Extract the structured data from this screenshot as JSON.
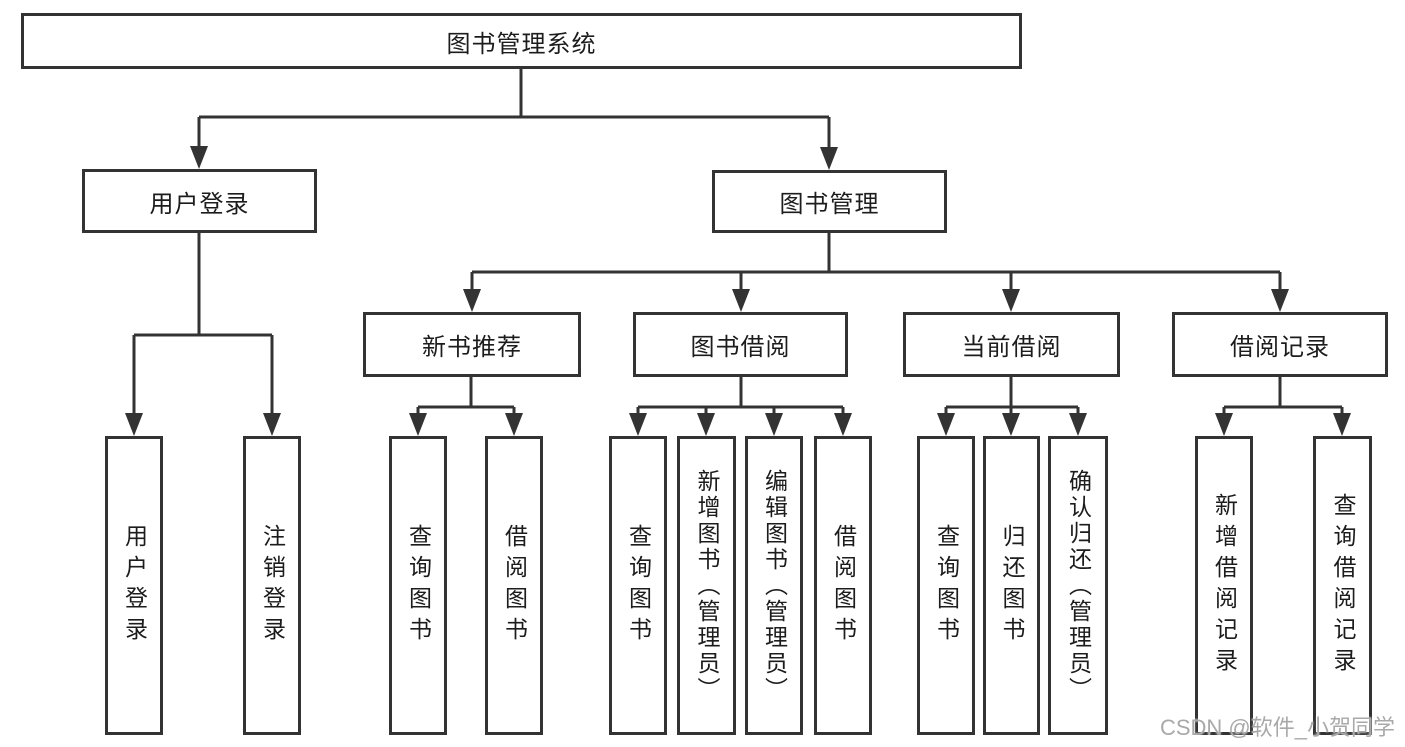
{
  "nodes": {
    "root": "图书管理系统",
    "user_login": "用户登录",
    "book_management": "图书管理",
    "new_book_recommend": "新书推荐",
    "book_borrow": "图书借阅",
    "current_borrow": "当前借阅",
    "borrow_records": "借阅记录",
    "leaf_user_login": "用户登录",
    "leaf_logout": "注销登录",
    "leaf_query_book_recommend": "查询图书",
    "leaf_borrow_book_recommend": "借阅图书",
    "leaf_query_book_borrow": "查询图书",
    "leaf_add_book_admin": "新增图书（管理员）",
    "leaf_edit_book_admin": "编辑图书（管理员）",
    "leaf_borrow_book_borrow": "借阅图书",
    "leaf_query_book_current": "查询图书",
    "leaf_return_book": "归还图书",
    "leaf_confirm_return_admin": "确认归还（管理员）",
    "leaf_add_borrow_record": "新增借阅记录",
    "leaf_query_borrow_record": "查询借阅记录"
  },
  "watermark": "CSDN @软件_小贺同学",
  "colors": {
    "line": "#333333",
    "text": "#1c1c1c",
    "watermark": "#a9a9a9",
    "background": "#ffffff"
  }
}
